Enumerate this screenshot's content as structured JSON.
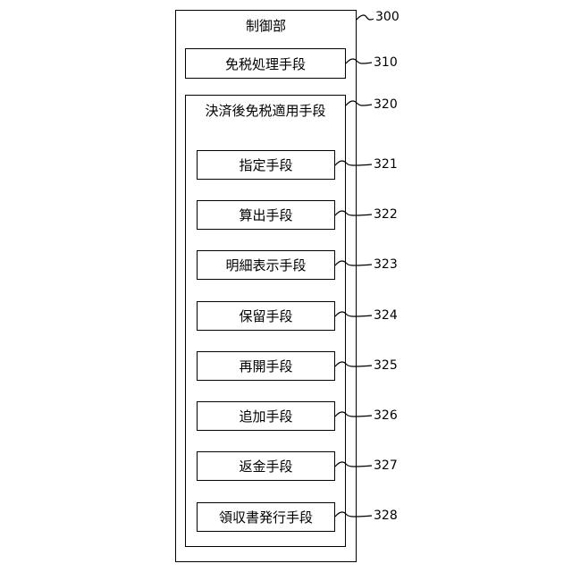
{
  "control_unit": {
    "label": "制御部",
    "ref": "300"
  },
  "tax_exemption_processing": {
    "label": "免税処理手段",
    "ref": "310"
  },
  "post_settlement_tax_exemption": {
    "label": "決済後免税適用手段",
    "ref": "320",
    "items": [
      {
        "label": "指定手段",
        "ref": "321"
      },
      {
        "label": "算出手段",
        "ref": "322"
      },
      {
        "label": "明細表示手段",
        "ref": "323"
      },
      {
        "label": "保留手段",
        "ref": "324"
      },
      {
        "label": "再開手段",
        "ref": "325"
      },
      {
        "label": "追加手段",
        "ref": "326"
      },
      {
        "label": "返金手段",
        "ref": "327"
      },
      {
        "label": "領収書発行手段",
        "ref": "328"
      }
    ]
  }
}
